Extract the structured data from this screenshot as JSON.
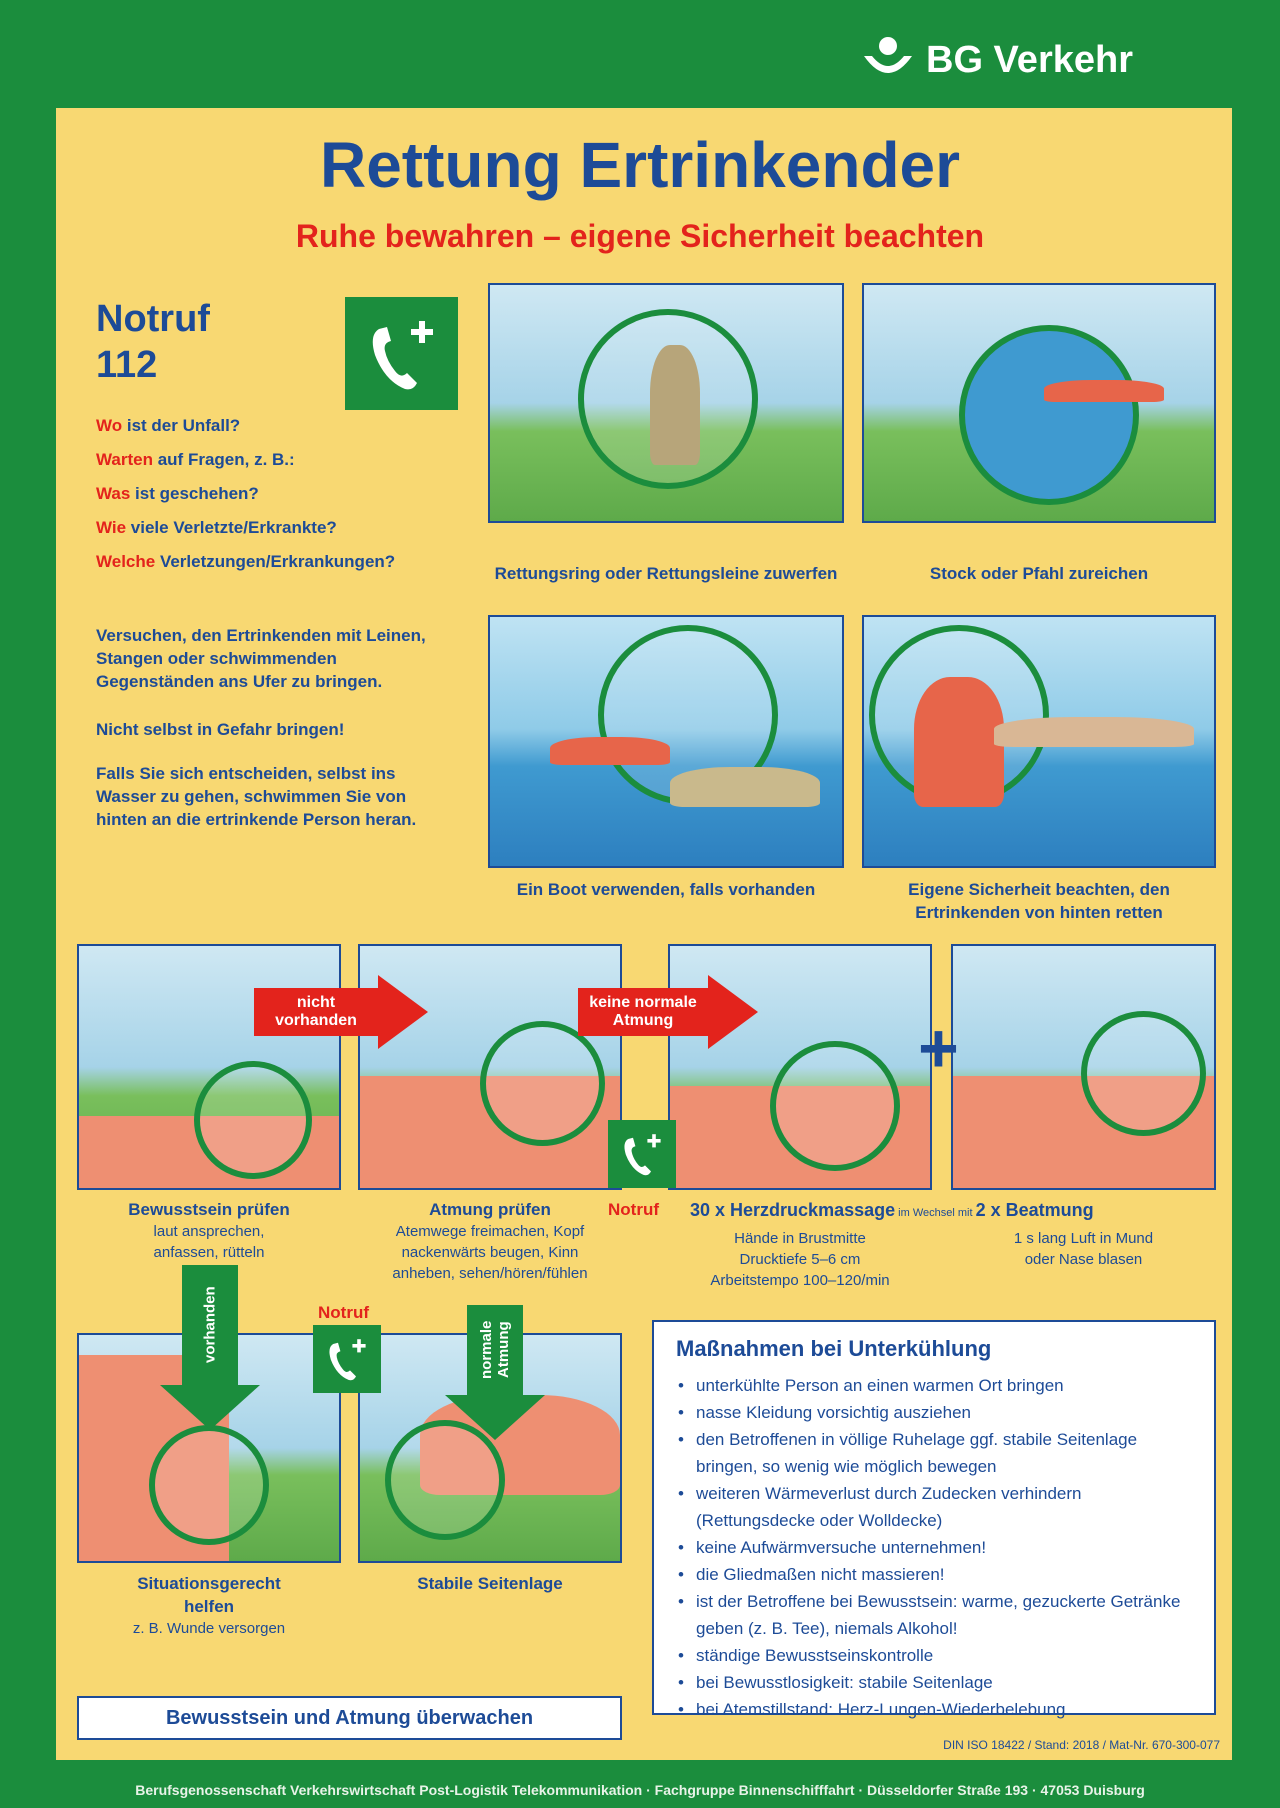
{
  "logo": {
    "text": "BG Verkehr"
  },
  "title": "Rettung Ertrinkender",
  "subtitle": "Ruhe bewahren – eigene Sicherheit beachten",
  "emergency": {
    "label": "Notruf",
    "number": "112",
    "questions": [
      {
        "key": "Wo",
        "rest": " ist der Unfall?"
      },
      {
        "key": "Warten",
        "rest": " auf Fragen, z. B.:"
      },
      {
        "key": "Was",
        "rest": " ist geschehen?"
      },
      {
        "key": "Wie",
        "rest": " viele Verletzte/Erkrankte?"
      },
      {
        "key": "Welche",
        "rest": " Verletzungen/Erkrankungen?"
      }
    ]
  },
  "instructions": [
    "Versuchen, den Ertrinkenden mit Leinen, Stangen oder schwimmenden Gegenständen ans Ufer zu bringen.",
    "Nicht selbst in Gefahr bringen!",
    "Falls Sie sich entscheiden, selbst ins Wasser zu gehen, schwimmen Sie von hinten an die ertrinkende Person heran."
  ],
  "rescue_steps": [
    "Rettungsring oder Rettungsleine zuwerfen",
    "Stock oder Pfahl zureichen",
    "Ein Boot verwenden, falls vorhanden",
    "Eigene Sicherheit beachten, den Ertrinkenden von hinten retten"
  ],
  "arrows": {
    "not_present": "nicht vorhanden",
    "no_breathing": "keine normale Atmung",
    "present": "vorhanden",
    "normal_breathing": "normale Atmung",
    "plus": "+"
  },
  "firstaid": {
    "consciousness": {
      "title": "Bewusstsein prüfen",
      "detail": "laut ansprechen, anfassen, rütteln"
    },
    "breathing": {
      "title": "Atmung prüfen",
      "detail": "Atemwege freimachen, Kopf nackenwärts beugen, Kinn anheben, sehen/hören/fühlen"
    },
    "notruf": "Notruf",
    "cpr": {
      "title": "30 x Herzdruckmassage",
      "mid": " im Wechsel mit ",
      "title2": "2 x Beatmung",
      "detail1": [
        "Hände in Brustmitte",
        "Drucktiefe 5–6 cm",
        "Arbeitstempo 100–120/min"
      ],
      "detail2": "1 s lang Luft in Mund oder Nase blasen"
    },
    "help": {
      "title": "Situationsgerecht helfen",
      "detail": "z. B. Wunde versorgen"
    },
    "recovery": {
      "title": "Stabile Seitenlage"
    }
  },
  "hypothermia": {
    "title": "Maßnahmen bei Unterkühlung",
    "items": [
      "unterkühlte Person an einen warmen Ort bringen",
      "nasse Kleidung vorsichtig ausziehen",
      "den Betroffenen in völlige Ruhelage ggf. stabile Seitenlage bringen, so wenig wie möglich bewegen",
      "weiteren Wärmeverlust durch Zudecken verhindern (Rettungsdecke oder Wolldecke)",
      "keine Aufwärmversuche unternehmen!",
      "die Gliedmaßen nicht massieren!",
      "ist der Betroffene bei Bewusstsein: warme, gezuckerte Getränke geben (z. B. Tee), niemals Alkohol!",
      "ständige Bewusstseinskontrolle",
      "bei Bewusstlosigkeit: stabile Seitenlage",
      "bei Atemstillstand: Herz-Lungen-Wiederbelebung"
    ]
  },
  "monitor": "Bewusstsein und Atmung überwachen",
  "din": "DIN ISO 18422 / Stand: 2018 / Mat-Nr. 670-300-077",
  "footer": "Berufsgenossenschaft Verkehrswirtschaft Post-Logistik Telekommunikation · Fachgruppe Binnenschifffahrt · Düsseldorfer Straße 193 · 47053 Duisburg",
  "colors": {
    "green": "#1b8d3d",
    "yellow": "#f8d872",
    "blue": "#1d4b97",
    "red": "#e3231c"
  }
}
